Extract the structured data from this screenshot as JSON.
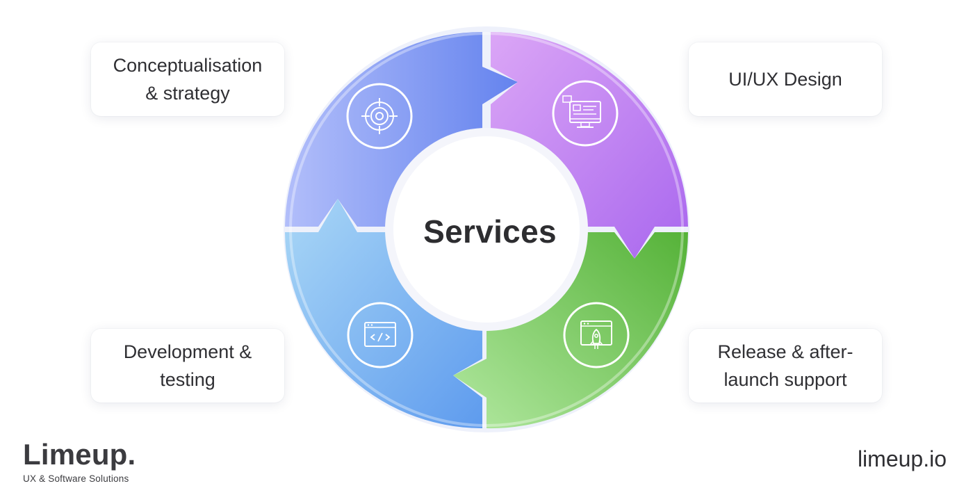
{
  "diagram": {
    "center_label": "Services",
    "stages": [
      {
        "label_lines": [
          "Conceptualisation",
          "& strategy"
        ],
        "icon": "target-icon",
        "color_from": "#b2befa",
        "color_to": "#6483ee"
      },
      {
        "label_lines": [
          "UI/UX Design"
        ],
        "icon": "monitor-design-icon",
        "color_from": "#dba6f6",
        "color_to": "#a967ee"
      },
      {
        "label_lines": [
          "Release & after-",
          "launch support"
        ],
        "icon": "rocket-browser-icon",
        "color_from": "#b2e8a0",
        "color_to": "#55b238"
      },
      {
        "label_lines": [
          "Development &",
          "testing"
        ],
        "icon": "code-window-icon",
        "color_from": "#a9d7f6",
        "color_to": "#5e9bee"
      }
    ]
  },
  "brand": {
    "logo_name": "Limeup.",
    "tagline": "UX & Software Solutions",
    "site": "limeup.io"
  }
}
